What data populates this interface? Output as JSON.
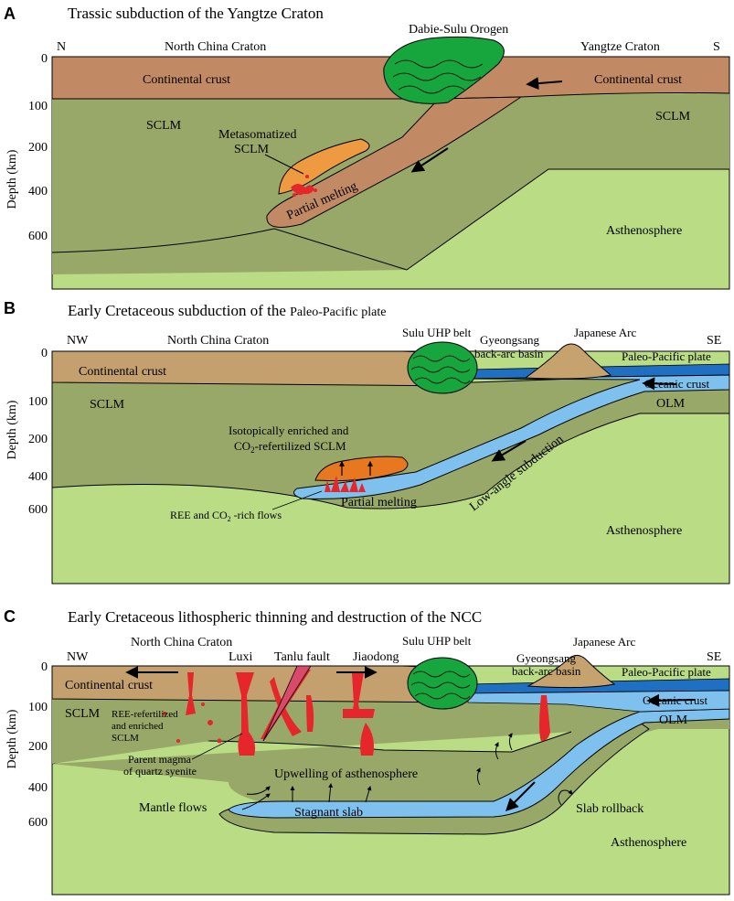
{
  "colors": {
    "crust": "#c28a64",
    "crust_c": "#c4a06e",
    "sclm": "#98a868",
    "asthen": "#b9dc85",
    "metasom": "#ee9a40",
    "enriched": "#e8781f",
    "orogen": "#17a53d",
    "ocean_dark": "#1f6fc2",
    "ocean_light": "#7fc1ee",
    "magma": "#e5262b",
    "arc": "#c6a26e"
  },
  "axis": {
    "ylabel": "Depth (km)",
    "ticks": [
      "0",
      "100",
      "200",
      "400",
      "600"
    ]
  },
  "panelA": {
    "letter": "A",
    "title": "Trassic subduction of the Yangtze Craton",
    "dir_left": "N",
    "dir_right": "S",
    "craton_left": "North China Craton",
    "orogen": "Dabie-Sulu Orogen",
    "craton_right": "Yangtze Craton",
    "crust_left": "Continental crust",
    "crust_right": "Continental crust",
    "sclm_left": "SCLM",
    "sclm_right": "SCLM",
    "metasom_1": "Metasomatized",
    "metasom_2": "SCLM",
    "partial": "Partial melting",
    "asthen": "Asthenosphere"
  },
  "panelB": {
    "letter": "B",
    "title_main": "Early Cretaceous subduction of the ",
    "title_small": "Paleo-Pacific plate",
    "dir_left": "NW",
    "dir_right": "SE",
    "craton": "North China Craton",
    "sulu": "Sulu UHP belt",
    "gyeong_1": "Gyeongsang",
    "gyeong_2": "back-arc basin",
    "japan": "Japanese Arc",
    "paleo": "Paleo-Pacific plate",
    "crust": "Continental crust",
    "oceanic": "Oceanic crust",
    "sclm": "SCLM",
    "olm": "OLM",
    "enriched_1": "Isotopically enriched and",
    "enriched_2a": "CO",
    "enriched_2sub": "2",
    "enriched_2b": "-refertilized SCLM",
    "partial": "Partial melting",
    "lowangle": "Low-angle subduction",
    "ree_a": "REE and CO",
    "ree_sub": "2",
    "ree_b": " -rich flows",
    "asthen": "Asthenosphere"
  },
  "panelC": {
    "letter": "C",
    "title": "Early Cretaceous lithospheric thinning and destruction of the NCC",
    "dir_left": "NW",
    "dir_right": "SE",
    "craton": "North China Craton",
    "luxi": "Luxi",
    "tanlu": "Tanlu fault",
    "jiaodong": "Jiaodong",
    "sulu": "Sulu UHP belt",
    "gyeong_1": "Gyeongsang",
    "gyeong_2": "back-arc basin",
    "japan": "Japanese Arc",
    "paleo": "Paleo-Pacific plate",
    "crust": "Continental crust",
    "oceanic": "Oceanic crust",
    "sclm": "SCLM",
    "olm": "OLM",
    "ree_1": "REE-refertilized",
    "ree_2": "and enriched",
    "ree_3": "SCLM",
    "parent_1": "Parent magma",
    "parent_2": "of quartz syenite",
    "upwelling": "Upwelling of asthenosphere",
    "mantle": "Mantle flows",
    "stagnant": "Stagnant slab",
    "rollback": "Slab rollback",
    "asthen": "Asthenosphere"
  }
}
